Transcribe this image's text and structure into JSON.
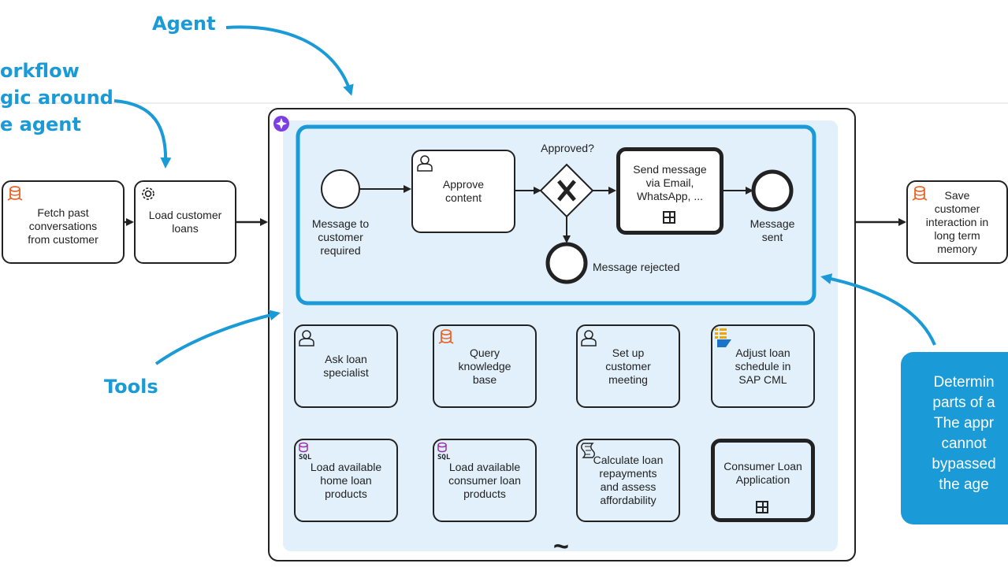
{
  "annotations": {
    "agent": "Agent",
    "workflow": "orkflow\ngic around\ne agent",
    "tools": "Tools",
    "callout": "Determin\nparts of a\nThe appr\ncannot\nbypassed\nthe age"
  },
  "workflow": {
    "fetch": "Fetch past\nconversations\nfrom customer",
    "load_loans": "Load customer\nloans",
    "save": "Save\ncustomer\ninteraction in\nlong term\nmemory"
  },
  "subprocess": {
    "approved_question": "Approved?",
    "start_event": "Message to\ncustomer\nrequired",
    "approve_content": "Approve\ncontent",
    "send_message": "Send message\nvia Email,\nWhatsApp, ...",
    "message_sent": "Message\nsent",
    "message_rejected": "Message rejected"
  },
  "tools": {
    "ask_specialist": "Ask loan\nspecialist",
    "query_kb": "Query\nknowledge\nbase",
    "setup_meeting": "Set up\ncustomer\nmeeting",
    "adjust_schedule": "Adjust loan\nschedule in\nSAP CML",
    "home_loans": "Load available\nhome loan\nproducts",
    "consumer_loans": "Load available\nconsumer loan\nproducts",
    "calculate": "Calculate loan\nrepayments\nand assess\naffordability",
    "consumer_app": "Consumer Loan\nApplication"
  },
  "colors": {
    "accent": "#1a9ad6",
    "tool_bg": "#e1f0fa",
    "db_icon": "#e8672a",
    "sql_icon": "#9b2fae",
    "agent_icon": "#7b3fe4"
  },
  "icons": [
    "database-icon",
    "gear-icon",
    "user-icon",
    "sql-icon",
    "script-icon",
    "sap-icon",
    "agent-icon",
    "subprocess-marker-icon",
    "exclusive-gateway-icon"
  ]
}
